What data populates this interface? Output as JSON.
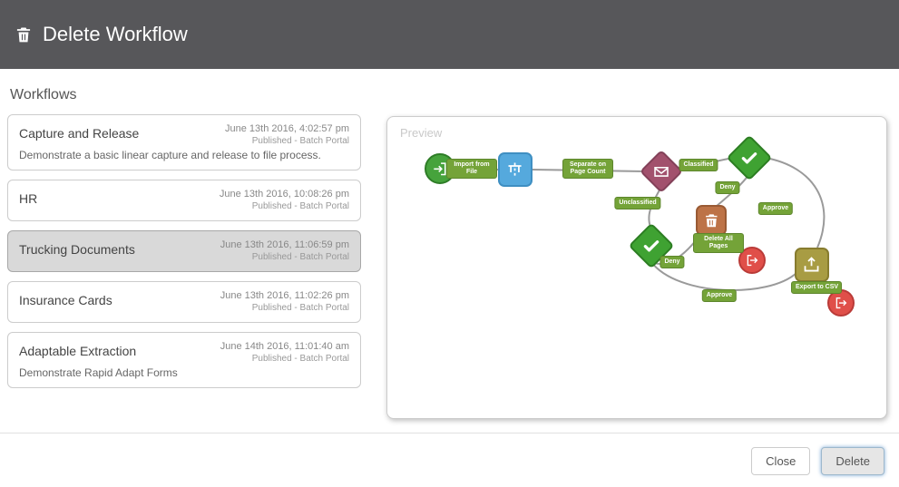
{
  "header": {
    "title": "Delete Workflow"
  },
  "section": {
    "title": "Workflows"
  },
  "workflows": {
    "items": [
      {
        "name": "Capture and Release",
        "date": "June 13th 2016, 4:02:57 pm",
        "status": "Published - Batch Portal",
        "description": "Demonstrate a basic linear capture and release to file process.",
        "selected": false
      },
      {
        "name": "HR",
        "date": "June 13th 2016, 10:08:26 pm",
        "status": "Published - Batch Portal",
        "description": "",
        "selected": false
      },
      {
        "name": "Trucking Documents",
        "date": "June 13th 2016, 11:06:59 pm",
        "status": "Published - Batch Portal",
        "description": "",
        "selected": true
      },
      {
        "name": "Insurance Cards",
        "date": "June 13th 2016, 11:02:26 pm",
        "status": "Published - Batch Portal",
        "description": "",
        "selected": false
      },
      {
        "name": "Adaptable Extraction",
        "date": "June 14th 2016, 11:01:40 am",
        "status": "Published - Batch Portal",
        "description": "Demonstrate Rapid Adapt Forms",
        "selected": false
      }
    ]
  },
  "preview": {
    "label": "Preview",
    "node_labels": {
      "import": "Import from File",
      "separate": "Separate on Page Count",
      "classified": "Classified",
      "unclassified": "Unclassified",
      "deny1": "Deny",
      "approve1": "Approve",
      "delete_all": "Delete All Pages",
      "deny2": "Deny",
      "approve2": "Approve",
      "export": "Export to CSV"
    }
  },
  "footer": {
    "close_label": "Close",
    "delete_label": "Delete"
  },
  "colors": {
    "header_bg": "#57575a",
    "selected_card_bg": "#d9d9d9",
    "chip_green": "#74a338",
    "node_green": "#46a33c",
    "node_blue": "#55a9dd",
    "node_maroon": "#a2516d",
    "node_brown": "#bd7347",
    "node_red": "#e04f49",
    "node_olive": "#a89c43"
  }
}
